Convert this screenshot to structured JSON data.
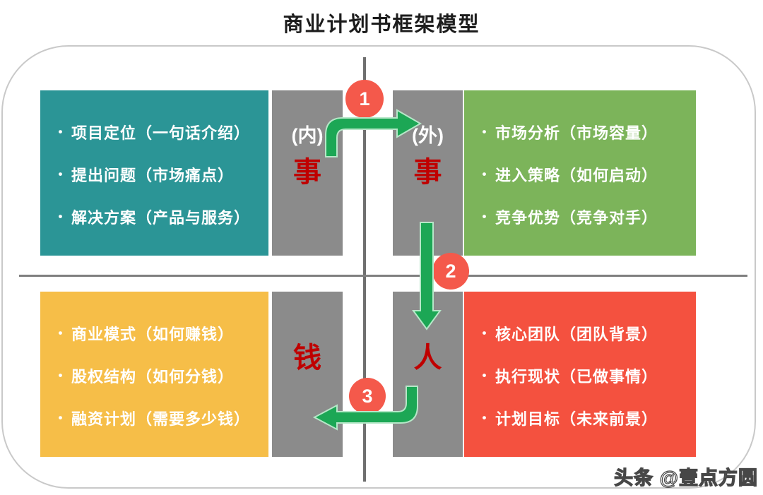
{
  "title": "商业计划书框架模型",
  "bullet": "•",
  "quadrants": {
    "top_left": {
      "bg": "#2B9596",
      "items": [
        "项目定位（一句话介绍）",
        "提出问题（市场痛点）",
        "解决方案（产品与服务）"
      ]
    },
    "top_right": {
      "bg": "#7CB45A",
      "items": [
        "市场分析（市场容量）",
        "进入策略（如何启动）",
        "竞争优势（竞争对手）"
      ]
    },
    "bottom_left": {
      "bg": "#F6BE48",
      "items": [
        "商业模式（如何赚钱）",
        "股权结构（如何分钱）",
        "融资计划（需要多少钱）"
      ]
    },
    "bottom_right": {
      "bg": "#F4513F",
      "items": [
        "核心团队（团队背景）",
        "执行现状（已做事情）",
        "计划目标（未来前景）"
      ]
    }
  },
  "axes": {
    "top_left": {
      "scope": "(内)",
      "word": "事"
    },
    "top_right": {
      "scope": "(外)",
      "word": "事"
    },
    "bottom_left": {
      "word": "钱"
    },
    "bottom_right": {
      "word": "人"
    }
  },
  "steps": {
    "one": "1",
    "two": "2",
    "three": "3"
  },
  "watermark": "头条 @壹点方圆",
  "colors": {
    "teal": "#2B9596",
    "green": "#7CB45A",
    "yellow": "#F6BE48",
    "red": "#F4513F",
    "gray_box": "#8B8B8B",
    "step_circle": "#F4594B",
    "arrow_green": "#1CA755",
    "axis_word_red": "#BF0000",
    "frame_border": "#C9C9C9"
  }
}
